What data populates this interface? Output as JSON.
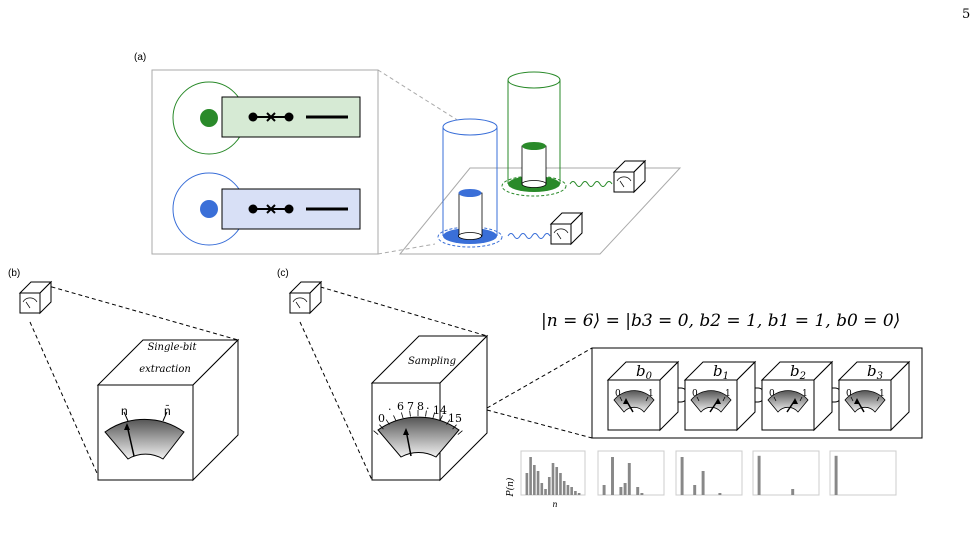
{
  "page_number": "5",
  "panels": {
    "a": {
      "label": "(a)"
    },
    "b": {
      "label": "(b)",
      "box_title_line1": "Single-bit",
      "box_title_line2": "extraction",
      "meter_left": "n",
      "meter_right": "n̄"
    },
    "c": {
      "label": "(c)",
      "box_title": "Sampling",
      "meter_ticks": [
        "0",
        "·",
        "6",
        "7",
        "8",
        "·",
        "14",
        "15"
      ],
      "equation": "|n = 6⟩ = |b3 = 0, b2 = 1, b1 = 1, b0 = 0⟩",
      "bit_boxes": [
        {
          "name": "b0",
          "sub": "0",
          "zero": "0",
          "one": "1"
        },
        {
          "name": "b1",
          "sub": "1",
          "zero": "0",
          "one": "1"
        },
        {
          "name": "b2",
          "sub": "2",
          "zero": "0",
          "one": "1"
        },
        {
          "name": "b3",
          "sub": "3",
          "zero": "0",
          "one": "1"
        }
      ],
      "hist_ylabel": "P(n)",
      "hist_xlabel": "n"
    }
  },
  "colors": {
    "green": "#2a8a2a",
    "green_fill": "#d6ead4",
    "blue": "#3a6fd8",
    "blue_fill": "#d8e0f6",
    "gray_line": "#aaaaaa",
    "bar": "#888888"
  },
  "histograms": [
    {
      "values": [
        0.55,
        0.95,
        0.75,
        0.6,
        0.3,
        0.15,
        0.45,
        0.8,
        0.7,
        0.55,
        0.35,
        0.25,
        0.2,
        0.1,
        0.05
      ]
    },
    {
      "values": [
        0.25,
        0,
        0.95,
        0,
        0.2,
        0.3,
        0.8,
        0,
        0.2,
        0.05
      ]
    },
    {
      "values": [
        0.95,
        0,
        0,
        0.25,
        0,
        0.6,
        0,
        0,
        0,
        0.05
      ]
    },
    {
      "values": [
        0.98,
        0,
        0,
        0,
        0,
        0,
        0,
        0,
        0.15
      ]
    },
    {
      "values": [
        0.98
      ]
    }
  ]
}
